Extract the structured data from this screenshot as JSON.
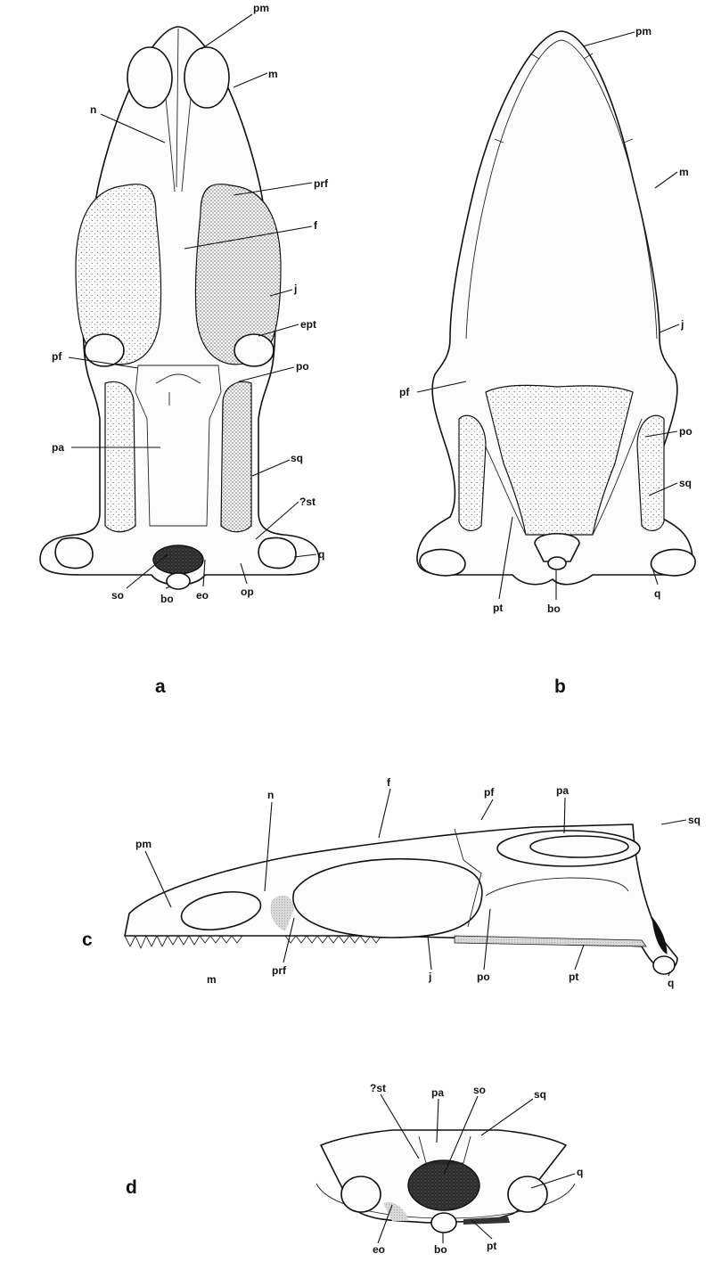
{
  "panels": {
    "a": {
      "letter": "a",
      "labels": {
        "pm": "pm",
        "m": "m",
        "n": "n",
        "prf": "prf",
        "f": "f",
        "j": "j",
        "ept": "ept",
        "pf": "pf",
        "po": "po",
        "pa": "pa",
        "sq": "sq",
        "st": "?st",
        "q": "q",
        "so": "so",
        "bo": "bo",
        "eo": "eo",
        "op": "op"
      }
    },
    "b": {
      "letter": "b",
      "labels": {
        "pm": "pm",
        "m": "m",
        "j": "j",
        "pf": "pf",
        "po": "po",
        "sq": "sq",
        "pt": "pt",
        "bo": "bo",
        "q": "q"
      }
    },
    "c": {
      "letter": "c",
      "labels": {
        "pm": "pm",
        "n": "n",
        "f": "f",
        "pf": "pf",
        "pa": "pa",
        "sq": "sq",
        "m": "m",
        "prf": "prf",
        "j": "j",
        "po": "po",
        "pt": "pt",
        "q": "q"
      }
    },
    "d": {
      "letter": "d",
      "labels": {
        "st": "?st",
        "pa": "pa",
        "so": "so",
        "sq": "sq",
        "q": "q",
        "eo": "eo",
        "bo": "bo",
        "pt": "pt"
      }
    }
  }
}
